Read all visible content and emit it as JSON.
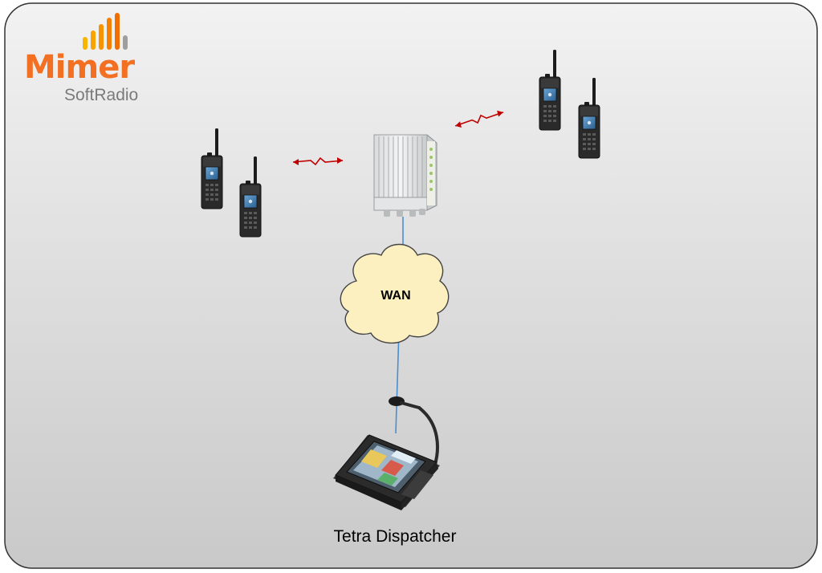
{
  "logo": {
    "name": "Mimer",
    "sub": "SoftRadio",
    "color_orange": "#f36f21",
    "color_gray": "#7a7a7a",
    "bar_colors": [
      "#f7b500",
      "#f7a400",
      "#f59300",
      "#f38000",
      "#f06d00",
      "#9e9e9e"
    ]
  },
  "network": {
    "label": "WAN"
  },
  "dispatcher": {
    "label": "Tetra Dispatcher"
  },
  "colors": {
    "frame_stroke": "#333333",
    "bg_top": "#f2f2f2",
    "bg_bottom": "#c9c9c9",
    "link_blue": "#4a8fd0",
    "cloud_fill": "#fdf0c0",
    "cloud_stroke": "#444444",
    "radio_link": "#c00000"
  }
}
